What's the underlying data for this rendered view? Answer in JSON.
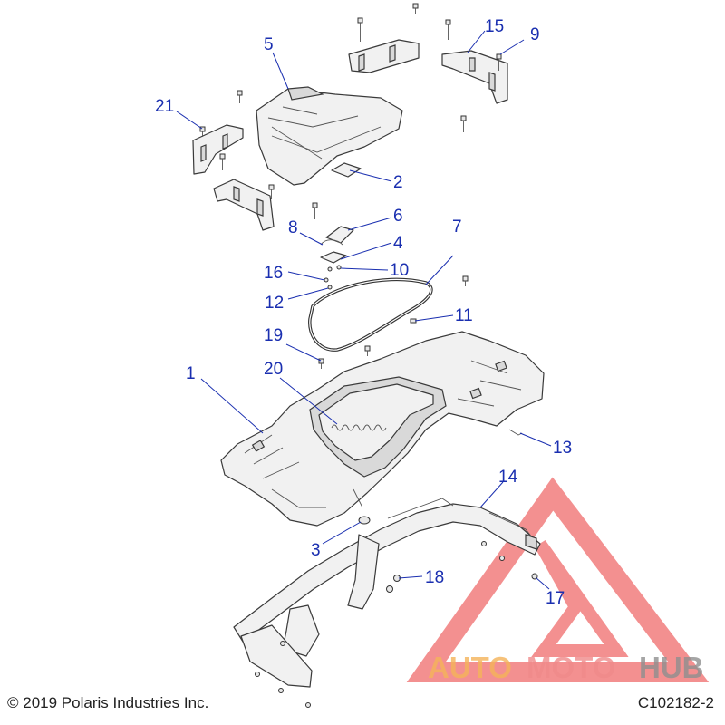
{
  "callouts": [
    "1",
    "2",
    "3",
    "4",
    "5",
    "6",
    "7",
    "8",
    "9",
    "10",
    "11",
    "12",
    "13",
    "14",
    "15",
    "16",
    "17",
    "18",
    "19",
    "20",
    "21"
  ],
  "footer": {
    "copyright": "© 2019 Polaris Industries Inc.",
    "figure_id": "C102182-2"
  },
  "watermark": {
    "word_a": "AUTO",
    "word_b": "MOTO",
    "word_c": "HUB",
    "colors": {
      "auto": "#f5b35a",
      "moto": "#f08a8a",
      "hub": "#8f8f8f",
      "triangle": "#ef6b6b"
    }
  },
  "colors": {
    "callout": "#1a2fb0",
    "line": "#3a3a3a"
  }
}
